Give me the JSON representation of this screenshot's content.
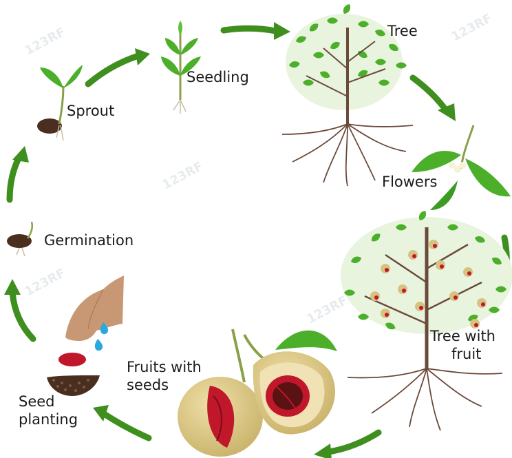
{
  "cycle": {
    "stages": [
      {
        "id": "seedling",
        "label": "Seedling"
      },
      {
        "id": "tree",
        "label": "Tree"
      },
      {
        "id": "flowers",
        "label": "Flowers"
      },
      {
        "id": "tree-with-fruit",
        "label_line1": "Tree with",
        "label_line2": "fruit"
      },
      {
        "id": "fruits-with-seeds",
        "label_line1": "Fruits with",
        "label_line2": "seeds"
      },
      {
        "id": "seed-planting",
        "label_line1": "Seed",
        "label_line2": "planting"
      },
      {
        "id": "germination",
        "label": "Germination"
      },
      {
        "id": "sprout",
        "label": "Sprout"
      }
    ]
  },
  "watermark": {
    "text": "123RF"
  },
  "colors": {
    "arrow": "#3f8f1f",
    "leaf": "#4caf2a",
    "trunk": "#6b4a3a",
    "fruit_flesh": "#d6c382",
    "mace": "#c0172a",
    "seed": "#4a2e1f",
    "hand": "#c79873",
    "water": "#2aa8e0"
  }
}
